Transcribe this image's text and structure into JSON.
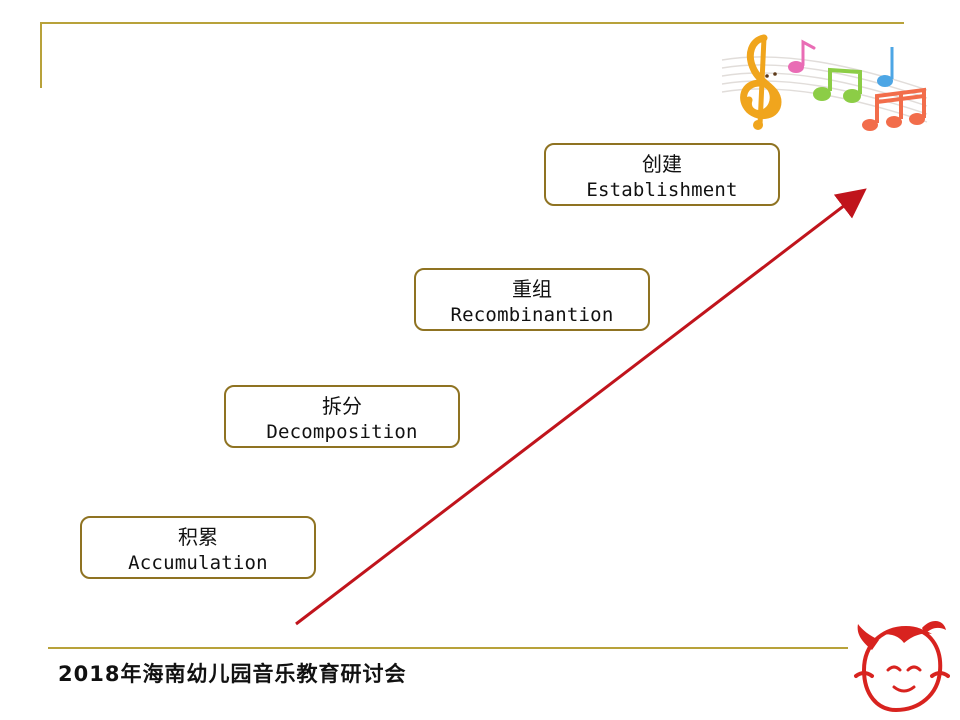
{
  "steps": [
    {
      "cn": "积累",
      "en": "Accumulation"
    },
    {
      "cn": "拆分",
      "en": "Decomposition"
    },
    {
      "cn": "重组",
      "en": "Recombinantion"
    },
    {
      "cn": "创建",
      "en": "Establishment"
    }
  ],
  "footer": {
    "text": "2018年海南幼儿园音乐教育研讨会"
  },
  "colors": {
    "gold_rule": "#b8a23a",
    "box_border": "#8f7322",
    "arrow": "#c0141c",
    "logo_red": "#d8231f"
  },
  "icons": {
    "music": "music-notes-icon",
    "logo": "girl-face-logo-icon"
  }
}
